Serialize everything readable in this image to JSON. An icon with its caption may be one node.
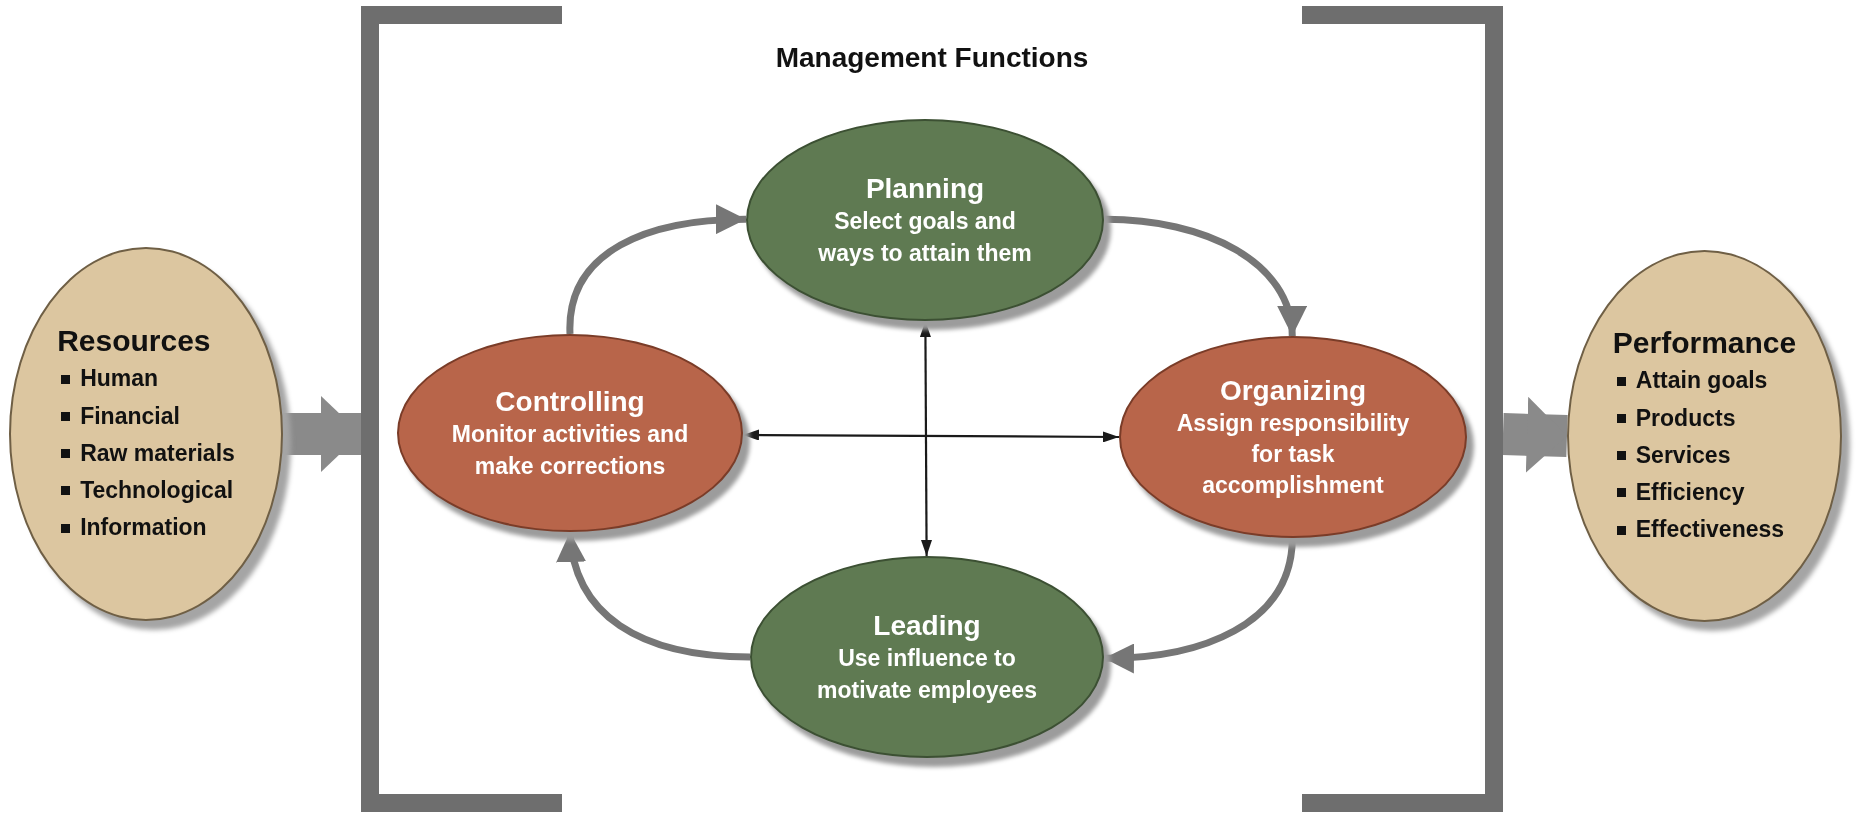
{
  "diagram": {
    "nodes": [
      {
        "text": [
          "Resources",
          "Human",
          "Financial",
          "Raw materials",
          "Technological",
          "Information"
        ]
      },
      {
        "text": [
          "Management Functions"
        ]
      },
      {
        "text": [
          "Planning",
          "Select goals and ways to attain them"
        ],
        "in": 1
      },
      {
        "text": [
          "Controlling",
          "Monitor activities and make corrections"
        ],
        "in": 1
      },
      {
        "text": [
          "Organizing",
          "Assign responsibility for task accomplishment"
        ],
        "in": 1
      },
      {
        "text": [
          "Leading",
          "Use influence to motivate employees"
        ],
        "in": 1
      },
      {
        "text": [
          "Performance",
          "Attain goals",
          "Products",
          "Services",
          "Efficiency",
          "Effectiveness"
        ]
      }
    ],
    "edges": [
      {
        "from": 0,
        "to": 1,
        "arrow": "to",
        "style": "thick"
      },
      {
        "from": 1,
        "to": 6,
        "arrow": "to",
        "style": "thick"
      },
      {
        "from": 3,
        "to": 2,
        "arrow": "to"
      },
      {
        "from": 2,
        "to": 4,
        "arrow": "to"
      },
      {
        "from": 4,
        "to": 5,
        "arrow": "to"
      },
      {
        "from": 5,
        "to": 3,
        "arrow": "to"
      },
      {
        "from": 2,
        "to": 5,
        "arrow": "both",
        "color": "#1a1a1a"
      },
      {
        "from": 3,
        "to": 4,
        "arrow": "both",
        "color": "#1a1a1a"
      }
    ]
  }
}
